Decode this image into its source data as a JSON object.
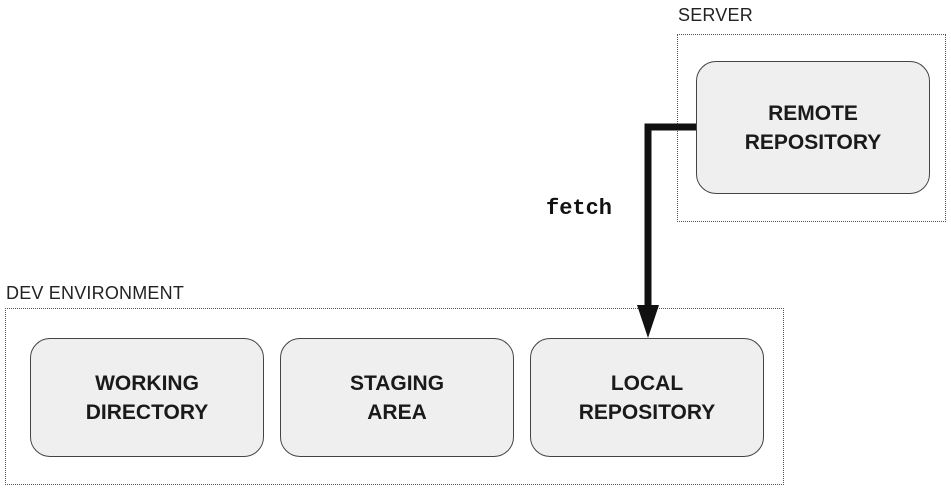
{
  "groups": {
    "server": {
      "label": "SERVER"
    },
    "dev": {
      "label": "DEV ENVIRONMENT"
    }
  },
  "nodes": {
    "remote_repository": "REMOTE\nREPOSITORY",
    "working_directory": "WORKING\nDIRECTORY",
    "staging_area": "STAGING\nAREA",
    "local_repository": "LOCAL\nREPOSITORY"
  },
  "edges": [
    {
      "from": "remote_repository",
      "to": "local_repository",
      "label": "fetch"
    }
  ],
  "colors": {
    "node_fill": "#efefef",
    "arrow": "#111111"
  }
}
